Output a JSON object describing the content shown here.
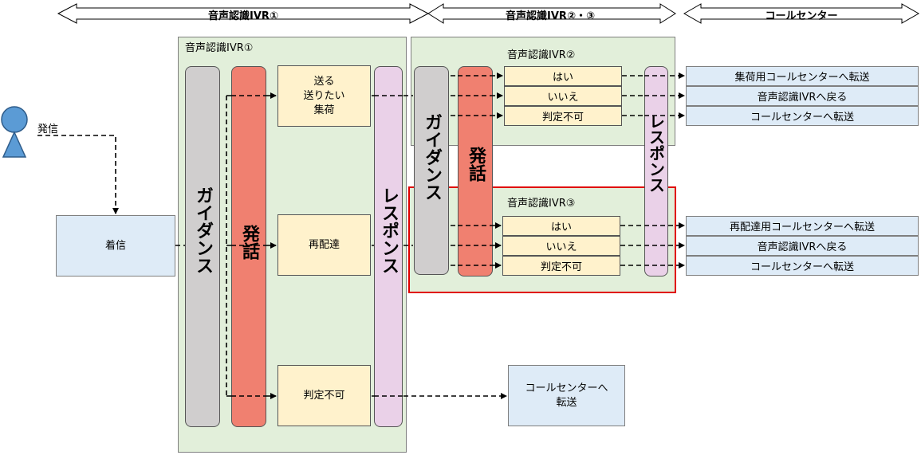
{
  "headers": {
    "ivr1": "音声認識IVR①",
    "ivr23": "音声認識IVR②・③",
    "callcenter": "コールセンター"
  },
  "caller": {
    "label": "発信"
  },
  "incoming": {
    "label": "着信"
  },
  "ivr1": {
    "title": "音声認識IVR①",
    "guidance": "ガイダンス",
    "speech": "発話",
    "response": "レスポンス",
    "options": [
      "送る\n送りたい\n集荷",
      "再配達",
      "判定不可"
    ]
  },
  "ivr2": {
    "title": "音声認識IVR②",
    "guidance": "ガイダンス",
    "speech": "発話",
    "response": "レスポンス",
    "options": [
      "はい",
      "いいえ",
      "判定不可"
    ],
    "destinations": [
      "集荷用コールセンターへ転送",
      "音声認識IVRへ戻る",
      "コールセンターへ転送"
    ]
  },
  "ivr3": {
    "title": "音声認識IVR③",
    "options": [
      "はい",
      "いいえ",
      "判定不可"
    ],
    "destinations": [
      "再配達用コールセンターへ転送",
      "音声認識IVRへ戻る",
      "コールセンターへ転送"
    ]
  },
  "fallback": {
    "label": "コールセンターへ\n転送"
  }
}
